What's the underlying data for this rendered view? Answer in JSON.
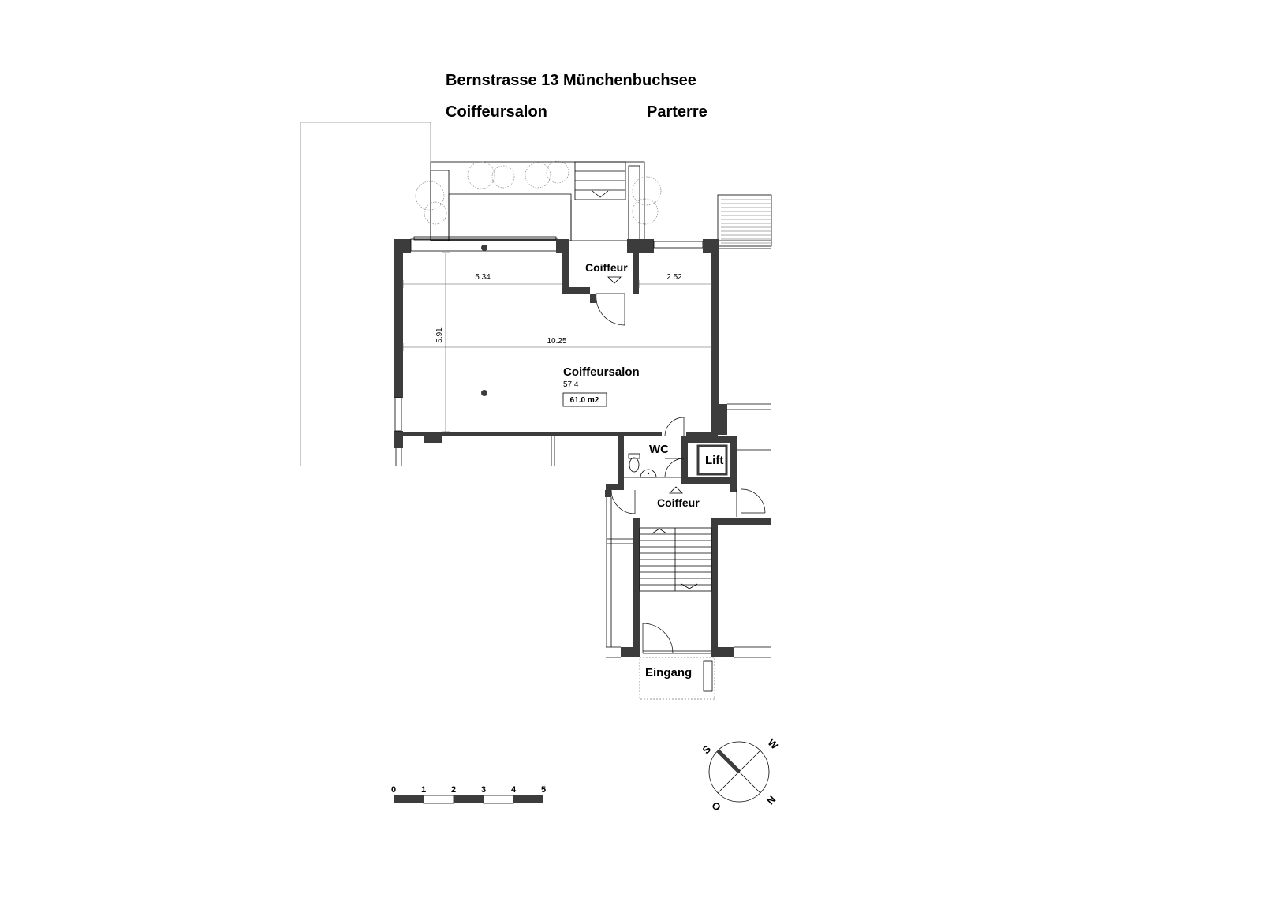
{
  "header": {
    "address": "Bernstrasse 13 Münchenbuchsee",
    "unit": "Coiffeursalon",
    "floor": "Parterre"
  },
  "rooms": {
    "main_name": "Coiffeursalon",
    "main_area_inner": "57.4",
    "main_area_box": "61.0 m2",
    "coiffeur_top": "Coiffeur",
    "coiffeur_hall": "Coiffeur",
    "wc": "WC",
    "lift": "Lift",
    "entrance": "Eingang"
  },
  "dimensions": {
    "left_top": "5.34",
    "right_top": "2.52",
    "total_width": "10.25",
    "depth": "5.91"
  },
  "scale_bar": {
    "ticks": [
      "0",
      "1",
      "2",
      "3",
      "4",
      "5"
    ]
  },
  "compass": {
    "s": "S",
    "w": "W",
    "n": "N",
    "o": "O"
  },
  "colors": {
    "wall": "#3c3c3c",
    "line": "#000000"
  }
}
